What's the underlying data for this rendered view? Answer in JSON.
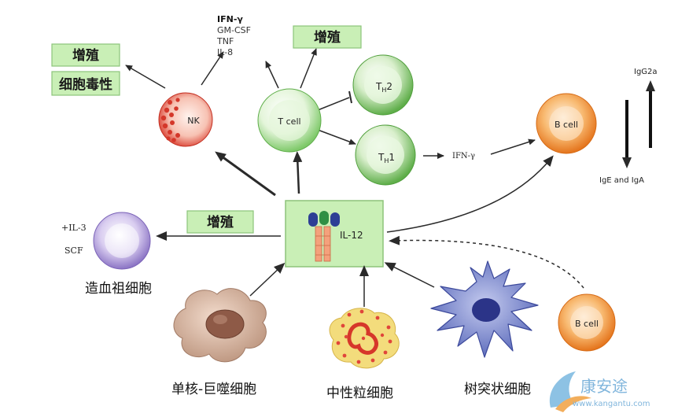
{
  "labels": {
    "nk_box_prolif": "增殖",
    "nk_box_cytotox": "细胞毒性",
    "tcell_box_prolif": "增殖",
    "stem_box_prolif": "增殖",
    "cyto_ifn": "IFN-γ",
    "cyto_gmcsf": "GM-CSF",
    "cyto_tnf": "TNF",
    "cyto_il8": "IL-8",
    "nk": "NK",
    "tcell": "T cell",
    "th2_main": "T",
    "th2_sub": "H",
    "th2_num": "2",
    "th1_main": "T",
    "th1_sub": "H",
    "th1_num": "1",
    "bcell_top": "B cell",
    "bcell_bottom": "B cell",
    "ifn_gamma_th1": "IFN-γ",
    "igg2a": "IgG2a",
    "ige_iga": "IgE and IgA",
    "il12": "IL-12",
    "il3": "+IL-3",
    "scf": "SCF",
    "stem_cell": "造血祖细胞",
    "monocyte": "单核-巨噬细胞",
    "neutrophil": "中性粒细胞",
    "dendritic": "树突状细胞",
    "watermark_cn": "康安途",
    "watermark_url": "www.kangantu.com"
  },
  "colors": {
    "green_box_fill": "#c9efb6",
    "green_box_stroke": "#8dc47a",
    "green_cell": "#7fc96a",
    "green_cell_light": "#e6f7dc",
    "nk_red": "#d9392b",
    "b_orange": "#e87a1f",
    "stem_purple": "#8b74c4",
    "mac_brown": "#8e5a47",
    "neut_yellow": "#f0d36a",
    "dc_blue": "#3d4a9c",
    "arrow": "#2a2a2a",
    "watermark": "#6aa9d6"
  }
}
